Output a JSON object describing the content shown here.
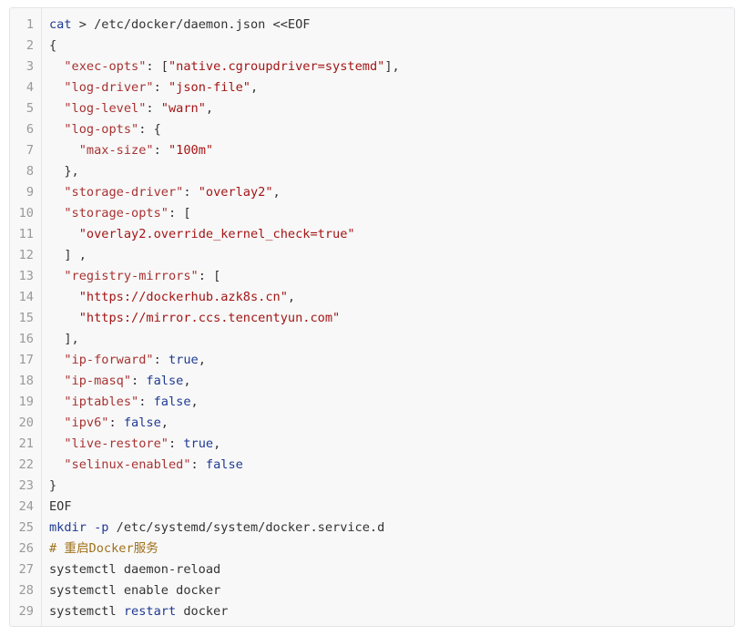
{
  "code_block": {
    "colors": {
      "key": "#a83232",
      "string": "#a31515",
      "keyword": "#1f3a93",
      "plain": "#333333",
      "comment": "#a0711c",
      "line_number": "#999999",
      "background": "#f8f8f8"
    },
    "lines": [
      {
        "n": "1",
        "tokens": [
          {
            "t": "cat",
            "c": "blue"
          },
          {
            "t": " > /etc/docker/daemon.json <<EOF",
            "c": "plain"
          }
        ]
      },
      {
        "n": "2",
        "tokens": [
          {
            "t": "{",
            "c": "plain"
          }
        ]
      },
      {
        "n": "3",
        "tokens": [
          {
            "t": "  ",
            "c": "plain"
          },
          {
            "t": "\"exec-opts\"",
            "c": "key"
          },
          {
            "t": ": [",
            "c": "plain"
          },
          {
            "t": "\"native.cgroupdriver=systemd\"",
            "c": "str"
          },
          {
            "t": "],",
            "c": "plain"
          }
        ]
      },
      {
        "n": "4",
        "tokens": [
          {
            "t": "  ",
            "c": "plain"
          },
          {
            "t": "\"log-driver\"",
            "c": "key"
          },
          {
            "t": ": ",
            "c": "plain"
          },
          {
            "t": "\"json-file\"",
            "c": "str"
          },
          {
            "t": ",",
            "c": "plain"
          }
        ]
      },
      {
        "n": "5",
        "tokens": [
          {
            "t": "  ",
            "c": "plain"
          },
          {
            "t": "\"log-level\"",
            "c": "key"
          },
          {
            "t": ": ",
            "c": "plain"
          },
          {
            "t": "\"warn\"",
            "c": "str"
          },
          {
            "t": ",",
            "c": "plain"
          }
        ]
      },
      {
        "n": "6",
        "tokens": [
          {
            "t": "  ",
            "c": "plain"
          },
          {
            "t": "\"log-opts\"",
            "c": "key"
          },
          {
            "t": ": {",
            "c": "plain"
          }
        ]
      },
      {
        "n": "7",
        "tokens": [
          {
            "t": "    ",
            "c": "plain"
          },
          {
            "t": "\"max-size\"",
            "c": "key"
          },
          {
            "t": ": ",
            "c": "plain"
          },
          {
            "t": "\"100m\"",
            "c": "str"
          }
        ]
      },
      {
        "n": "8",
        "tokens": [
          {
            "t": "  },",
            "c": "plain"
          }
        ]
      },
      {
        "n": "9",
        "tokens": [
          {
            "t": "  ",
            "c": "plain"
          },
          {
            "t": "\"storage-driver\"",
            "c": "key"
          },
          {
            "t": ": ",
            "c": "plain"
          },
          {
            "t": "\"overlay2\"",
            "c": "str"
          },
          {
            "t": ",",
            "c": "plain"
          }
        ]
      },
      {
        "n": "10",
        "tokens": [
          {
            "t": "  ",
            "c": "plain"
          },
          {
            "t": "\"storage-opts\"",
            "c": "key"
          },
          {
            "t": ": [",
            "c": "plain"
          }
        ]
      },
      {
        "n": "11",
        "tokens": [
          {
            "t": "    ",
            "c": "plain"
          },
          {
            "t": "\"overlay2.override_kernel_check=true\"",
            "c": "str"
          }
        ]
      },
      {
        "n": "12",
        "tokens": [
          {
            "t": "  ] ,",
            "c": "plain"
          }
        ]
      },
      {
        "n": "13",
        "tokens": [
          {
            "t": "  ",
            "c": "plain"
          },
          {
            "t": "\"registry-mirrors\"",
            "c": "key"
          },
          {
            "t": ": [",
            "c": "plain"
          }
        ]
      },
      {
        "n": "14",
        "tokens": [
          {
            "t": "    ",
            "c": "plain"
          },
          {
            "t": "\"https://dockerhub.azk8s.cn\"",
            "c": "str"
          },
          {
            "t": ",",
            "c": "plain"
          }
        ]
      },
      {
        "n": "15",
        "tokens": [
          {
            "t": "    ",
            "c": "plain"
          },
          {
            "t": "\"https://mirror.ccs.tencentyun.com\"",
            "c": "str"
          }
        ]
      },
      {
        "n": "16",
        "tokens": [
          {
            "t": "  ],",
            "c": "plain"
          }
        ]
      },
      {
        "n": "17",
        "tokens": [
          {
            "t": "  ",
            "c": "plain"
          },
          {
            "t": "\"ip-forward\"",
            "c": "key"
          },
          {
            "t": ": ",
            "c": "plain"
          },
          {
            "t": "true",
            "c": "blue"
          },
          {
            "t": ",",
            "c": "plain"
          }
        ]
      },
      {
        "n": "18",
        "tokens": [
          {
            "t": "  ",
            "c": "plain"
          },
          {
            "t": "\"ip-masq\"",
            "c": "key"
          },
          {
            "t": ": ",
            "c": "plain"
          },
          {
            "t": "false",
            "c": "blue"
          },
          {
            "t": ",",
            "c": "plain"
          }
        ]
      },
      {
        "n": "19",
        "tokens": [
          {
            "t": "  ",
            "c": "plain"
          },
          {
            "t": "\"iptables\"",
            "c": "key"
          },
          {
            "t": ": ",
            "c": "plain"
          },
          {
            "t": "false",
            "c": "blue"
          },
          {
            "t": ",",
            "c": "plain"
          }
        ]
      },
      {
        "n": "20",
        "tokens": [
          {
            "t": "  ",
            "c": "plain"
          },
          {
            "t": "\"ipv6\"",
            "c": "key"
          },
          {
            "t": ": ",
            "c": "plain"
          },
          {
            "t": "false",
            "c": "blue"
          },
          {
            "t": ",",
            "c": "plain"
          }
        ]
      },
      {
        "n": "21",
        "tokens": [
          {
            "t": "  ",
            "c": "plain"
          },
          {
            "t": "\"live-restore\"",
            "c": "key"
          },
          {
            "t": ": ",
            "c": "plain"
          },
          {
            "t": "true",
            "c": "blue"
          },
          {
            "t": ",",
            "c": "plain"
          }
        ]
      },
      {
        "n": "22",
        "tokens": [
          {
            "t": "  ",
            "c": "plain"
          },
          {
            "t": "\"selinux-enabled\"",
            "c": "key"
          },
          {
            "t": ": ",
            "c": "plain"
          },
          {
            "t": "false",
            "c": "blue"
          }
        ]
      },
      {
        "n": "23",
        "tokens": [
          {
            "t": "}",
            "c": "plain"
          }
        ]
      },
      {
        "n": "24",
        "tokens": [
          {
            "t": "EOF",
            "c": "plain"
          }
        ]
      },
      {
        "n": "25",
        "tokens": [
          {
            "t": "mkdir",
            "c": "blue"
          },
          {
            "t": " ",
            "c": "plain"
          },
          {
            "t": "-p",
            "c": "blue"
          },
          {
            "t": " /etc/systemd/system/docker.service.d",
            "c": "plain"
          }
        ]
      },
      {
        "n": "26",
        "tokens": [
          {
            "t": "# 重启Docker服务",
            "c": "comment"
          }
        ]
      },
      {
        "n": "27",
        "tokens": [
          {
            "t": "systemctl daemon-reload",
            "c": "plain"
          }
        ]
      },
      {
        "n": "28",
        "tokens": [
          {
            "t": "systemctl enable docker",
            "c": "plain"
          }
        ]
      },
      {
        "n": "29",
        "tokens": [
          {
            "t": "systemctl ",
            "c": "plain"
          },
          {
            "t": "restart",
            "c": "blue"
          },
          {
            "t": " docker",
            "c": "plain"
          }
        ]
      }
    ]
  }
}
